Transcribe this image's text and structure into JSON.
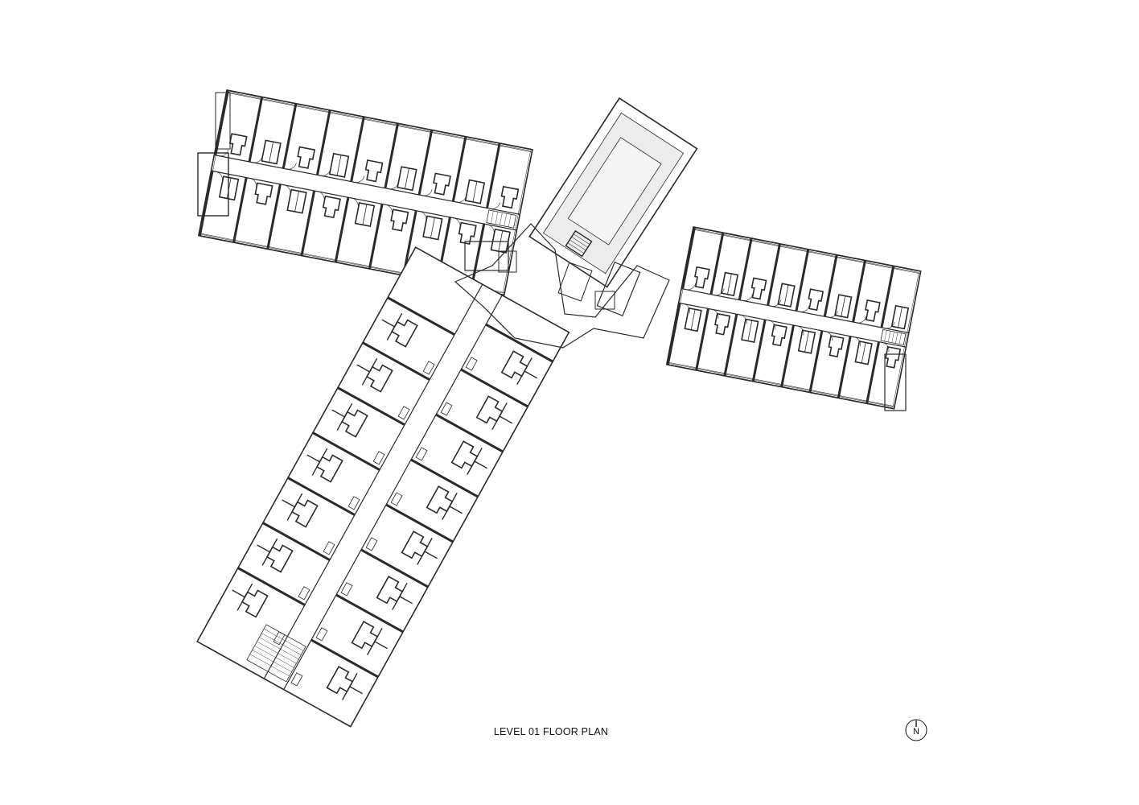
{
  "title": "LEVEL 01 FLOOR PLAN",
  "north_label": "N",
  "colors": {
    "line": "#2a2a2a",
    "wall_fill": "#ffffff",
    "courtyard_fill": "#ececec",
    "background": "#ffffff"
  },
  "wings": {
    "north_west": {
      "units_top_row": 9,
      "units_bottom_row": 9
    },
    "east": {
      "units_top_row": 8,
      "units_bottom_row": 8
    },
    "south_west": {
      "units_left_row": 8,
      "units_right_row": 7
    }
  }
}
